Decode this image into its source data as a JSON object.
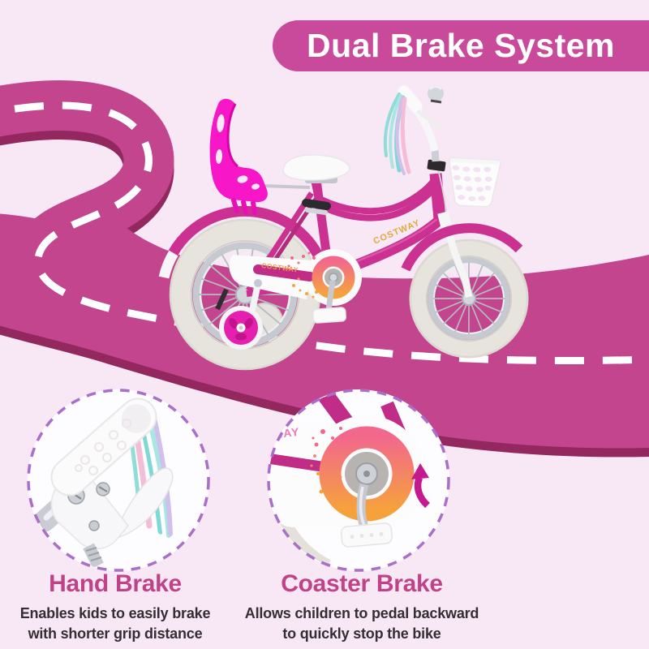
{
  "title": {
    "text": "Dual Brake System"
  },
  "brand": {
    "name": "COSTWAY"
  },
  "features": [
    {
      "id": "hand-brake",
      "heading": "Hand Brake",
      "line1": "Enables kids to easily brake",
      "line2": "with shorter grip distance"
    },
    {
      "id": "coaster-brake",
      "heading": "Coaster Brake",
      "line1": "Allows children to pedal backward",
      "line2": "to quickly stop the bike"
    }
  ],
  "colors": {
    "background": "#f8e8f6",
    "banner": "#c94a9b",
    "banner_text": "#ffffff",
    "road": "#c2458d",
    "road_shadow": "#93285f",
    "road_dash": "#ffffff",
    "heading_text": "#c04387",
    "body_text": "#332e32",
    "circle_dashed_border": "#aa6fc9",
    "bike_frame": "#ca3190",
    "doll_seat": "#f816c9",
    "training_wheel": "#e51fae",
    "rotation_arrow": "#c5198f",
    "guard_gradient_pink": "#f2688c",
    "guard_gradient_orange": "#f6a23c",
    "streamer_aqua": "#7ed8d6",
    "streamer_pink": "#f5bcd8",
    "streamer_lavender": "#cfc0ec"
  }
}
